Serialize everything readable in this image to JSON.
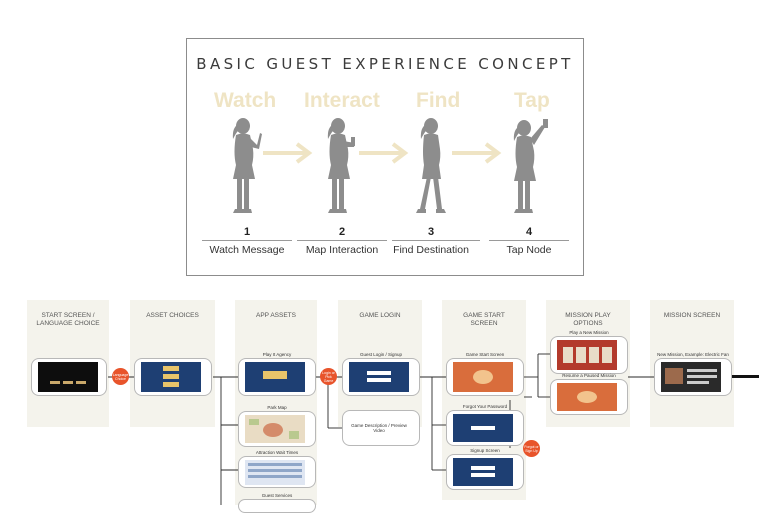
{
  "concept": {
    "title": "BASIC GUEST EXPERIENCE CONCEPT",
    "phases": [
      "Watch",
      "Interact",
      "Find",
      "Tap"
    ],
    "steps": [
      {
        "number": "1",
        "label": "Watch Message"
      },
      {
        "number": "2",
        "label": "Map Interaction"
      },
      {
        "number": "3",
        "label": "Find Destination"
      },
      {
        "number": "4",
        "label": "Tap Node"
      }
    ]
  },
  "flow": {
    "columns": [
      {
        "title_line1": "START SCREEN /",
        "title_line2": "LANGUAGE CHOICE"
      },
      {
        "title_line1": "ASSET CHOICES",
        "title_line2": ""
      },
      {
        "title_line1": "APP ASSETS",
        "title_line2": ""
      },
      {
        "title_line1": "GAME LOGIN",
        "title_line2": ""
      },
      {
        "title_line1": "GAME START",
        "title_line2": "SCREEN"
      },
      {
        "title_line1": "MISSION PLAY",
        "title_line2": "OPTIONS"
      },
      {
        "title_line1": "MISSION SCREEN",
        "title_line2": ""
      }
    ],
    "captions": {
      "agency": "Play It Agency",
      "park_map": "Park Map",
      "wait_times": "Attraction Wait Times",
      "guest_services": "Guest Services",
      "guest_login": "Guest Login / Signup",
      "game_description": "Game Description / Preview Video",
      "game_start": "Game Start Screen",
      "forgot_password": "Forgot Your Password",
      "signup": "Signup Screen",
      "play_new": "Play a New Mission",
      "resume": "Resume a Paused Mission",
      "new_mission": "New Mission, Example: Electric Fan"
    },
    "badges": {
      "language": "Language Choice",
      "login": "Login or Pick Game",
      "signup": "Forgot or Sign Up"
    },
    "colors": {
      "column_bg": "#f4f3ec",
      "badge": "#e8542b",
      "screen_dark": "#1e3f73",
      "arrow": "#2a2a2a",
      "phase_text": "#efe4c4",
      "figure": "#8d8d8d"
    }
  }
}
